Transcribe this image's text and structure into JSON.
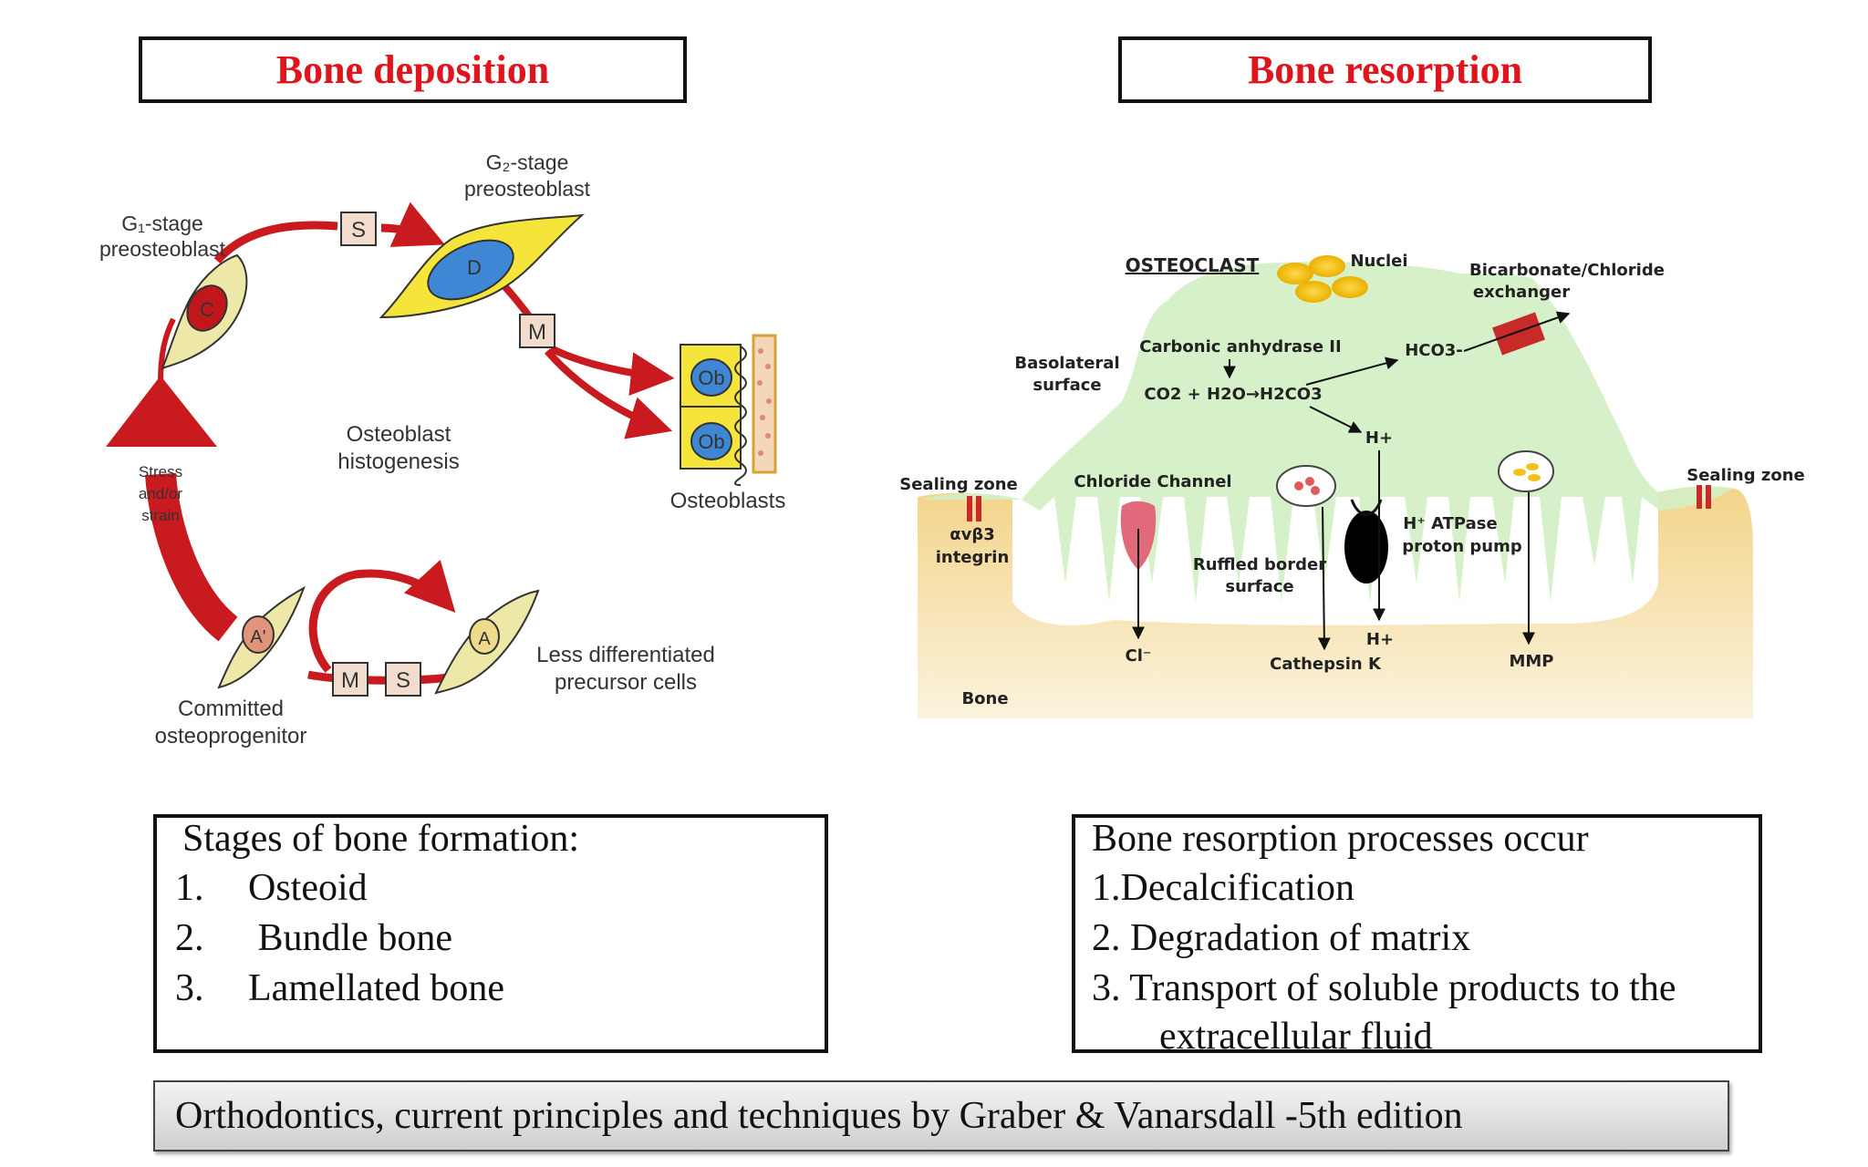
{
  "headings": {
    "deposition": "Bone deposition",
    "resorption": "Bone resorption"
  },
  "deposition_diagram": {
    "g1_stage": "G₁-stage",
    "g1_preosteoblast": "preosteoblast",
    "g2_stage": "G₂-stage",
    "g2_preosteoblast": "preosteoblast",
    "s_box_top": "S",
    "m_box": "M",
    "d_nucleus": "D",
    "c_nucleus": "C",
    "ob1": "Ob",
    "ob2": "Ob",
    "osteoblasts": "Osteoblasts",
    "histogenesis_1": "Osteoblast",
    "histogenesis_2": "histogenesis",
    "stress_1": "Stress",
    "stress_2": "and/or",
    "stress_3": "strain",
    "a_prime": "A'",
    "a_nucleus": "A",
    "m_box_bottom": "M",
    "s_box_bottom": "S",
    "less_diff_1": "Less differentiated",
    "less_diff_2": "precursor cells",
    "committed_1": "Committed",
    "committed_2": "osteoprogenitor"
  },
  "resorption_diagram": {
    "osteoclast": "OSTEOCLAST",
    "nuclei": "Nuclei",
    "bicarb_1": "Bicarbonate/Chloride",
    "bicarb_2": "exchanger",
    "carbonic": "Carbonic anhydrase II",
    "hco3": "HCO3-",
    "basolateral_1": "Basolateral",
    "basolateral_2": "surface",
    "equation": "CO2 + H2O→H2CO3",
    "h_plus_top": "H+",
    "sealing_left": "Sealing zone",
    "sealing_right": "Sealing zone",
    "chloride_channel": "Chloride Channel",
    "integrin_1": "αvβ3",
    "integrin_2": "integrin",
    "h_atpase_1": "H⁺ ATPase",
    "h_atpase_2": "proton pump",
    "ruffled_1": "Ruffled border",
    "ruffled_2": "surface",
    "cl_minus": "Cl⁻",
    "h_plus_bottom": "H+",
    "cathepsin": "Cathepsin K",
    "mmp": "MMP",
    "bone": "Bone"
  },
  "formation_box": {
    "title": "Stages of  bone formation:",
    "items": [
      {
        "num": "1.",
        "text": "Osteoid"
      },
      {
        "num": "2.",
        "text": " Bundle bone"
      },
      {
        "num": "3.",
        "text": "Lamellated bone"
      }
    ]
  },
  "resorption_box": {
    "title": "Bone resorption processes occur",
    "items": [
      "1.Decalcification",
      "2. Degradation of matrix",
      "3. Transport of soluble products to the",
      "extracellular fluid"
    ]
  },
  "citation": "Orthodontics, current principles and techniques by Graber & Vanarsdall -5th edition",
  "colors": {
    "heading_red": "#e0141c",
    "cell_yellow": "#f3ef9a",
    "nucleus_blue": "#3f86d4",
    "arrow_red": "#c81a1f",
    "osteoclast_green": "#d2efc4",
    "bone_tan": "#f6dc9a"
  }
}
